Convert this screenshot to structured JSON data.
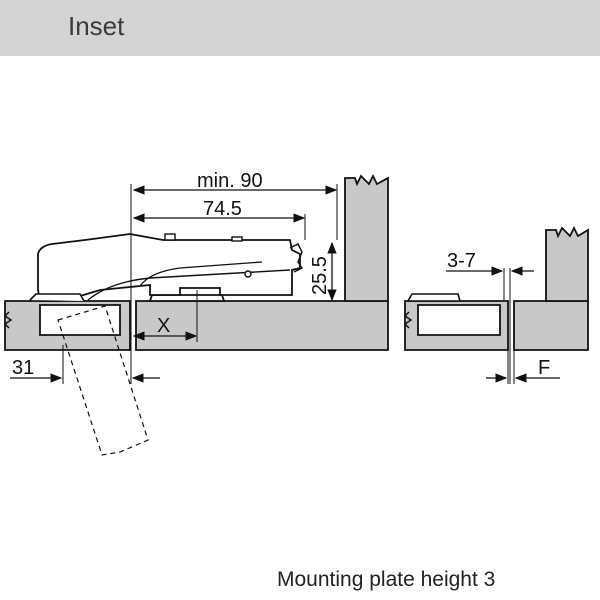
{
  "header": {
    "title": "Inset"
  },
  "footer": {
    "note": "Mounting plate height 3"
  },
  "dimensions": {
    "min_clearance": "min. 90",
    "hinge_depth": "74.5",
    "height": "25.5",
    "offset_x": "X",
    "door_offset": "31",
    "gap_range": "3-7",
    "gap_f": "F"
  },
  "colors": {
    "header_bg": "#d4d4d4",
    "panel_fill": "#c8c8c8",
    "line": "#111111"
  }
}
